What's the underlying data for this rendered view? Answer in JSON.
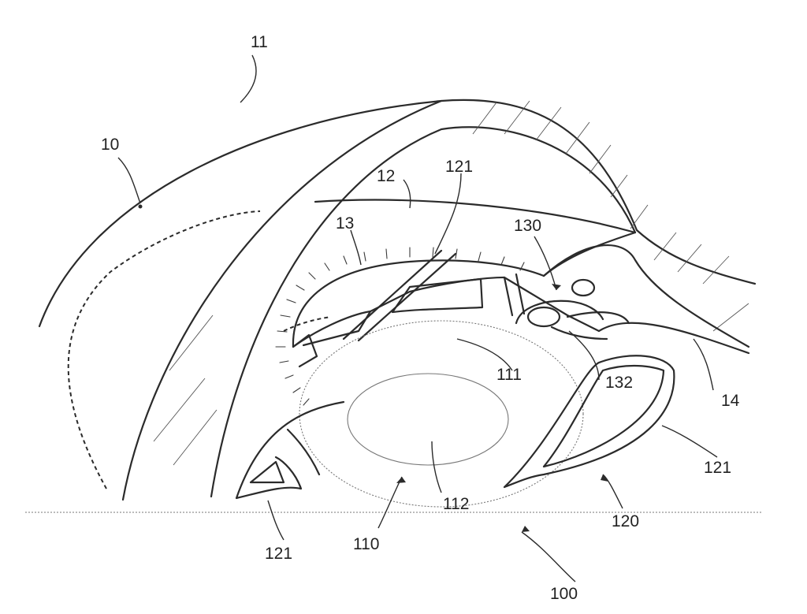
{
  "labels": {
    "l10": "10",
    "l11": "11",
    "l12": "12",
    "l13": "13",
    "l14": "14",
    "l100": "100",
    "l110": "110",
    "l111": "111",
    "l112": "112",
    "l120": "120",
    "l121_top": "121",
    "l121_right": "121",
    "l121_bottom": "121",
    "l130": "130",
    "l132": "132"
  }
}
